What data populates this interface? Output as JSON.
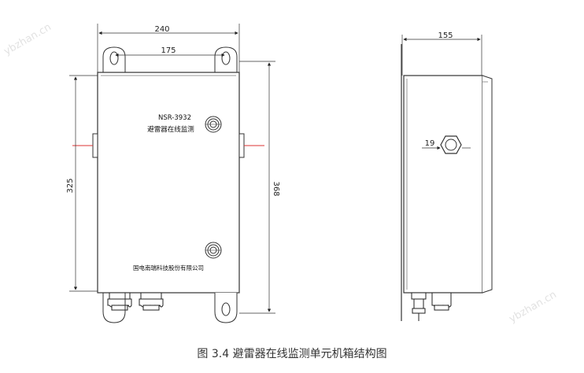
{
  "watermark": "ybzhan.cn",
  "front_view": {
    "width_label": "240",
    "hole_spacing_label": "175",
    "body_height_label": "325",
    "total_height_label": "368",
    "model": "NSR-3932",
    "product_name": "避雷器在线监测",
    "company": "国电南瑞科技股份有限公司"
  },
  "side_view": {
    "depth_label": "155",
    "nut_size_label": "19"
  },
  "caption": "图 3.4    避雷器在线监测单元机箱结构图"
}
